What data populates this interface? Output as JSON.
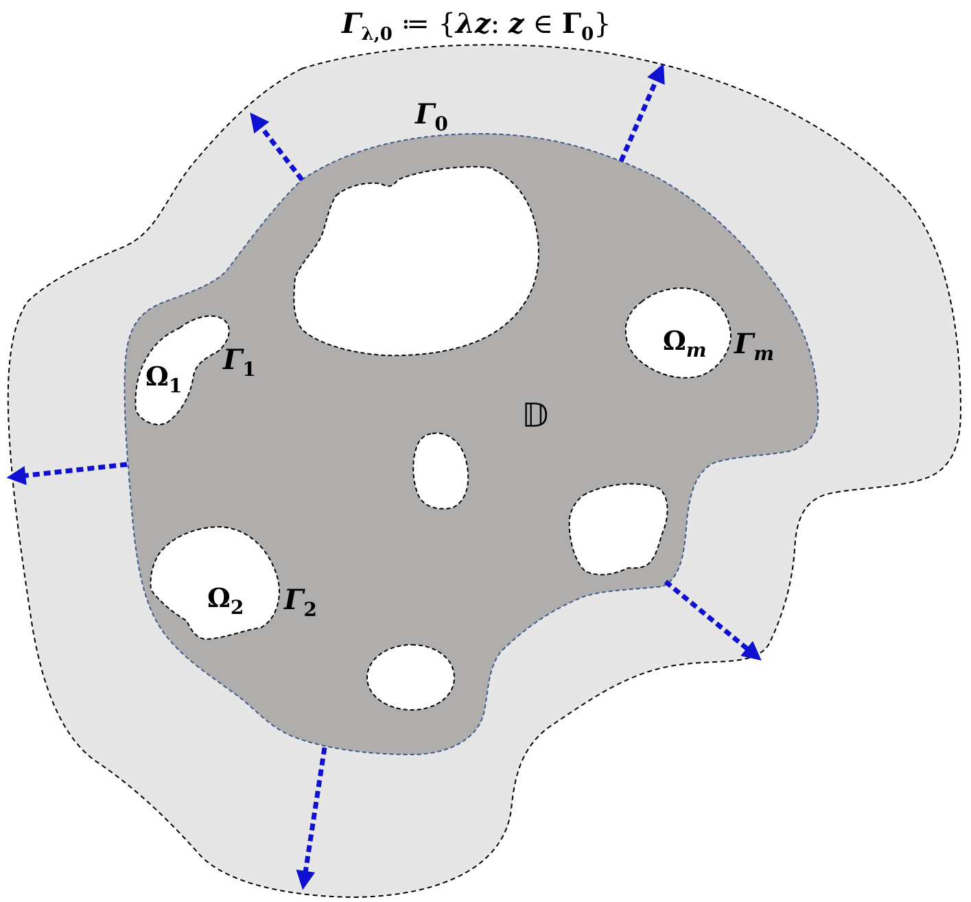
{
  "colors": {
    "outer_region": "#e6e6e6",
    "domain": "#b0adad",
    "hole": "#ffffff",
    "domain_boundary": "#3d5a8a",
    "hole_boundary": "#000000",
    "arrow": "#1010d0"
  },
  "labels": {
    "scaled_boundary": {
      "gamma": "Γ",
      "sub": "λ,0",
      "rest": " ≔ {",
      "lambda_z": "λz",
      "colon": ": ",
      "z": "z",
      "in": " ∈ ",
      "gamma0": "Γ",
      "gamma0_sub": "0",
      "close": "}"
    },
    "gamma_0": {
      "symbol": "Γ",
      "sub": "0"
    },
    "gamma_1": {
      "symbol": "Γ",
      "sub": "1"
    },
    "gamma_2": {
      "symbol": "Γ",
      "sub": "2"
    },
    "gamma_m": {
      "symbol": "Γ",
      "sub": "m"
    },
    "omega_1": {
      "symbol": "Ω",
      "sub": "1"
    },
    "omega_2": {
      "symbol": "Ω",
      "sub": "2"
    },
    "omega_m": {
      "symbol": "Ω",
      "sub": "m"
    },
    "domain": "𝔻"
  }
}
